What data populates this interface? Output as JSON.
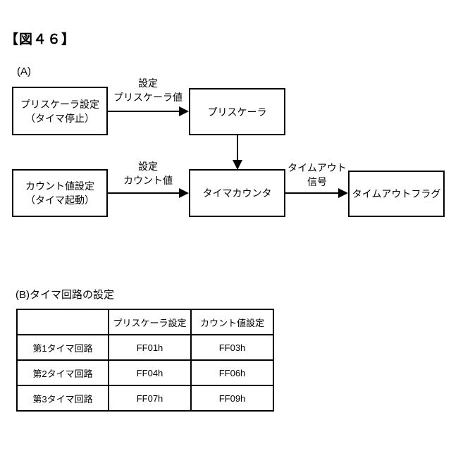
{
  "figure": {
    "title": "【図４６】"
  },
  "diagram": {
    "section_label": "(A)",
    "boxes": {
      "prescaler_setting": {
        "line1": "プリスケーラ設定",
        "line2": "（タイマ停止）"
      },
      "prescaler": {
        "label": "プリスケーラ"
      },
      "count_setting": {
        "line1": "カウント値設定",
        "line2": "（タイマ起動）"
      },
      "timer_counter": {
        "label": "タイマカウンタ"
      },
      "timeout_flag": {
        "label": "タイムアウトフラグ"
      }
    },
    "arrow_labels": {
      "prescaler_value": {
        "line1": "設定",
        "line2": "プリスケーラ値"
      },
      "count_value": {
        "line1": "設定",
        "line2": "カウント値"
      },
      "timeout_signal": {
        "line1": "タイムアウト",
        "line2": "信号"
      }
    }
  },
  "table_section": {
    "label": "(B)タイマ回路の設定",
    "columns": [
      "",
      "プリスケーラ設定",
      "カウント値設定"
    ],
    "rows": [
      {
        "name": "第1タイマ回路",
        "prescaler": "FF01h",
        "count": "FF03h"
      },
      {
        "name": "第2タイマ回路",
        "prescaler": "FF04h",
        "count": "FF06h"
      },
      {
        "name": "第3タイマ回路",
        "prescaler": "FF07h",
        "count": "FF09h"
      }
    ]
  },
  "colors": {
    "ink": "#000000",
    "background": "#ffffff"
  }
}
